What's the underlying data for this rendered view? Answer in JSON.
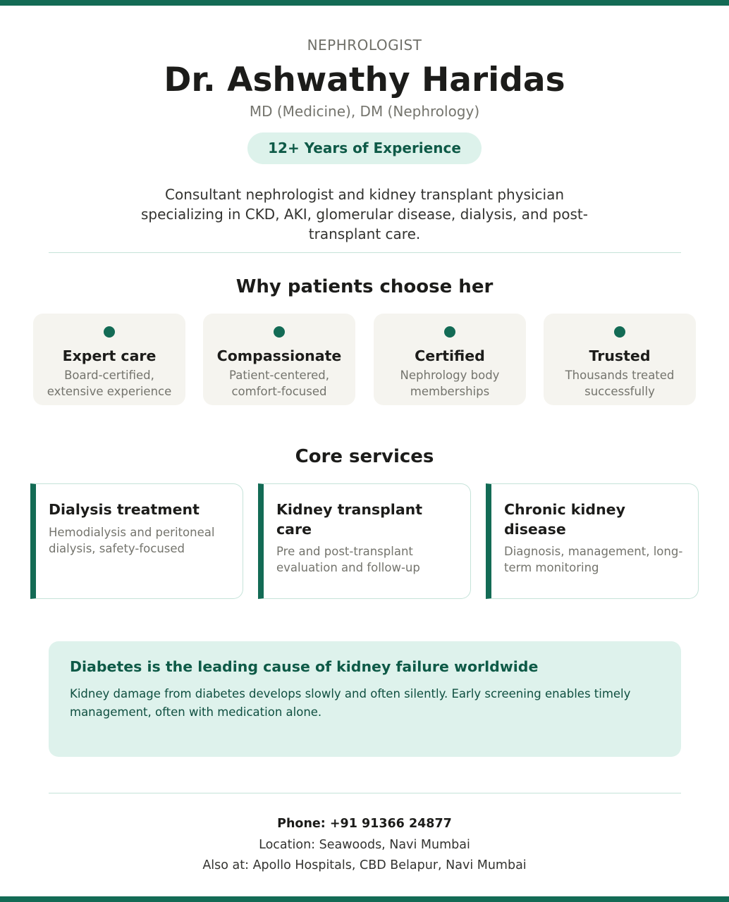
{
  "colors": {
    "accent": "#136b55",
    "accent_light": "#def2ec",
    "card_bg": "#f5f4ef",
    "divider": "#c5e3d9"
  },
  "header": {
    "eyebrow": "NEPHROLOGIST",
    "name": "Dr. Ashwathy Haridas",
    "credentials": "MD (Medicine), DM (Nephrology)",
    "experience_badge": "12+ Years of Experience",
    "intro": "Consultant nephrologist and kidney transplant physician specializing in CKD, AKI, glomerular disease, dialysis, and post-transplant care."
  },
  "why": {
    "title": "Why patients choose her",
    "items": [
      {
        "icon": "dot-icon",
        "title": "Expert care",
        "desc": "Board-certified, extensive experience"
      },
      {
        "icon": "dot-icon",
        "title": "Compassionate",
        "desc": "Patient-centered, comfort-focused"
      },
      {
        "icon": "dot-icon",
        "title": "Certified",
        "desc": "Nephrology body memberships"
      },
      {
        "icon": "dot-icon",
        "title": "Trusted",
        "desc": "Thousands treated successfully"
      }
    ]
  },
  "services": {
    "title": "Core services",
    "items": [
      {
        "title": "Dialysis treatment",
        "desc": "Hemodialysis and peritoneal dialysis, safety-focused"
      },
      {
        "title": "Kidney transplant care",
        "desc": "Pre and post-transplant evaluation and follow-up"
      },
      {
        "title": "Chronic kidney disease",
        "desc": "Diagnosis, management, long-term monitoring"
      }
    ]
  },
  "callout": {
    "title": "Diabetes is the leading cause of kidney failure worldwide",
    "text": "Kidney damage from diabetes develops slowly and often silently. Early screening enables timely management, often with medication alone."
  },
  "contact": {
    "phone": "Phone: +91 91366 24877",
    "location": "Location: Seawoods, Navi Mumbai",
    "also_at": "Also at: Apollo Hospitals, CBD Belapur, Navi Mumbai"
  }
}
